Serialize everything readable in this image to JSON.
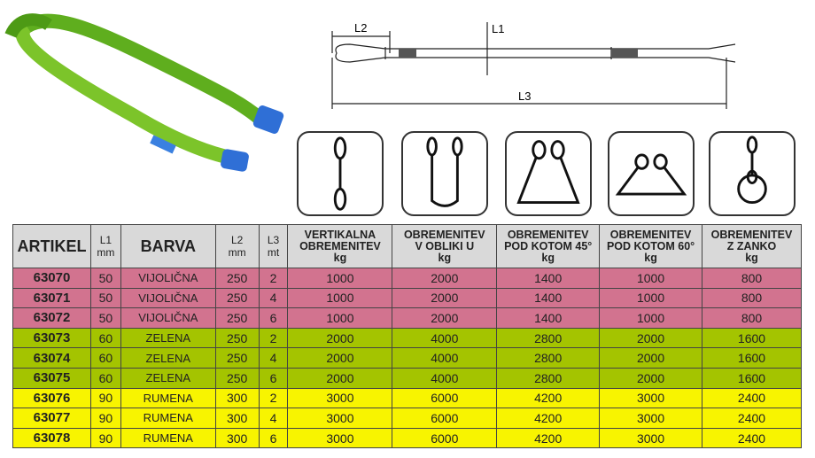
{
  "colors": {
    "vijolicna": "#d2738f",
    "zelena": "#a4c400",
    "rumena": "#f8f400",
    "header": "#d9d9d9"
  },
  "diagram": {
    "l1": "L1",
    "l2": "L2",
    "l3": "L3"
  },
  "icons": [
    "vertical-lift-icon",
    "u-lift-icon",
    "angle-45-lift-icon",
    "angle-60-lift-icon",
    "choke-lift-icon"
  ],
  "table": {
    "headers": {
      "artikel": "ARTIKEL",
      "l1": [
        "L1",
        "mm"
      ],
      "barva": "BARVA",
      "l2": [
        "L2",
        "mm"
      ],
      "l3": [
        "L3",
        "mt"
      ],
      "vert": [
        "VERTIKALNA",
        "OBREMENITEV",
        "kg"
      ],
      "u": [
        "OBREMENITEV",
        "V OBLIKI U",
        "kg"
      ],
      "a45": [
        "OBREMENITEV",
        "POD KOTOM 45°",
        "kg"
      ],
      "a60": [
        "OBREMENITEV",
        "POD KOTOM 60°",
        "kg"
      ],
      "zanko": [
        "OBREMENITEV",
        "Z ZANKO",
        "kg"
      ]
    },
    "rows": [
      {
        "group": 0,
        "cells": [
          "63070",
          "50",
          "VIJOLIČNA",
          "250",
          "2",
          "1000",
          "2000",
          "1400",
          "1000",
          "800"
        ]
      },
      {
        "group": 0,
        "cells": [
          "63071",
          "50",
          "VIJOLIČNA",
          "250",
          "4",
          "1000",
          "2000",
          "1400",
          "1000",
          "800"
        ]
      },
      {
        "group": 0,
        "cells": [
          "63072",
          "50",
          "VIJOLIČNA",
          "250",
          "6",
          "1000",
          "2000",
          "1400",
          "1000",
          "800"
        ]
      },
      {
        "group": 1,
        "cells": [
          "63073",
          "60",
          "ZELENA",
          "250",
          "2",
          "2000",
          "4000",
          "2800",
          "2000",
          "1600"
        ]
      },
      {
        "group": 1,
        "cells": [
          "63074",
          "60",
          "ZELENA",
          "250",
          "4",
          "2000",
          "4000",
          "2800",
          "2000",
          "1600"
        ]
      },
      {
        "group": 1,
        "cells": [
          "63075",
          "60",
          "ZELENA",
          "250",
          "6",
          "2000",
          "4000",
          "2800",
          "2000",
          "1600"
        ]
      },
      {
        "group": 2,
        "cells": [
          "63076",
          "90",
          "RUMENA",
          "300",
          "2",
          "3000",
          "6000",
          "4200",
          "3000",
          "2400"
        ]
      },
      {
        "group": 2,
        "cells": [
          "63077",
          "90",
          "RUMENA",
          "300",
          "4",
          "3000",
          "6000",
          "4200",
          "3000",
          "2400"
        ]
      },
      {
        "group": 2,
        "cells": [
          "63078",
          "90",
          "RUMENA",
          "300",
          "6",
          "3000",
          "6000",
          "4200",
          "3000",
          "2400"
        ]
      }
    ]
  }
}
